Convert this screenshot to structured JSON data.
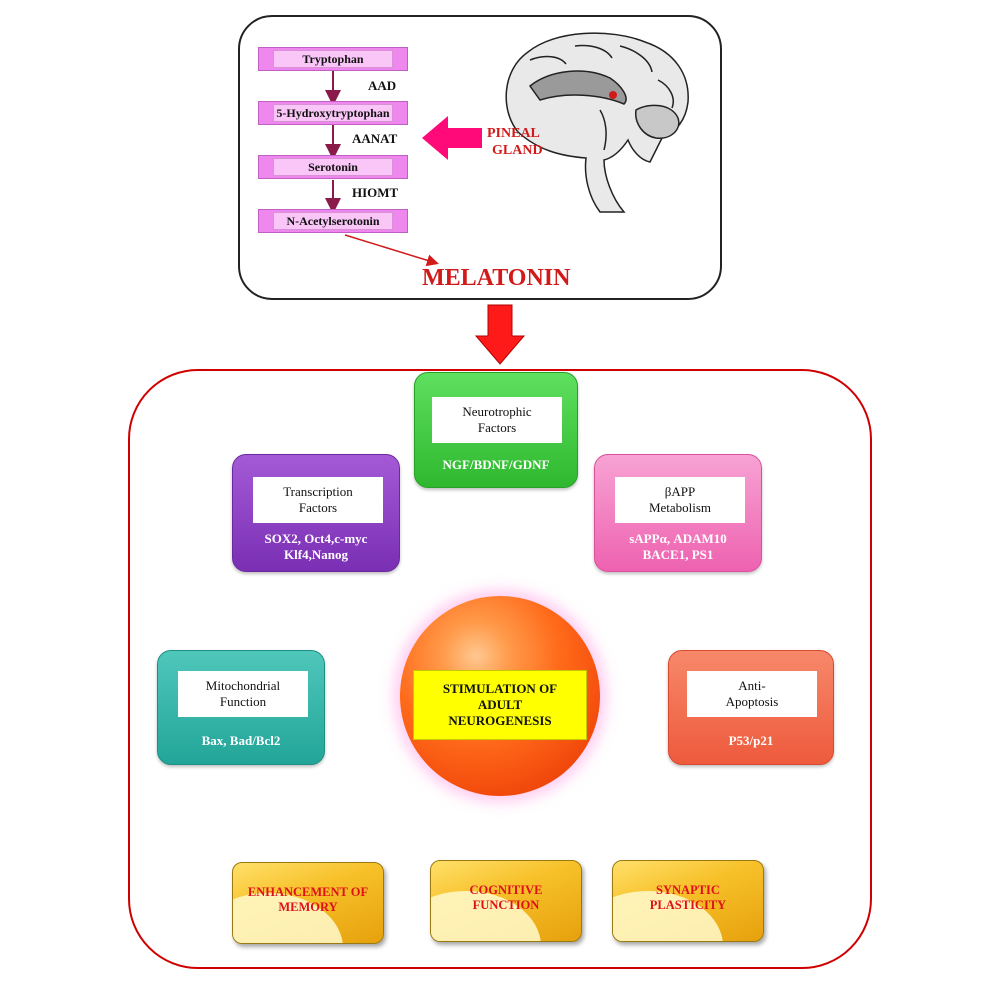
{
  "pathway": {
    "steps": [
      "Tryptophan",
      "5-Hydroxytryptophan",
      "Serotonin",
      "N-Acetylserotonin"
    ],
    "enzymes": [
      "AAD",
      "AANAT",
      "HIOMT"
    ],
    "pineal_label_1": "PINEAL",
    "pineal_label_2": "GLAND",
    "product": "MELATONIN"
  },
  "center": {
    "line1": "STIMULATION OF",
    "line2": "ADULT",
    "line3": "NEUROGENESIS"
  },
  "factors": {
    "neurotrophic": {
      "title1": "Neurotrophic",
      "title2": "Factors",
      "detail1": "NGF/BDNF/GDNF"
    },
    "transcription": {
      "title1": "Transcription",
      "title2": "Factors",
      "detail1": "SOX2, Oct4,c-myc",
      "detail2": "Klf4,Nanog"
    },
    "bapp": {
      "title1": "βAPP",
      "title2": "Metabolism",
      "detail1": "sAPPα, ADAM10",
      "detail2": "BACE1, PS1"
    },
    "mitochondrial": {
      "title1": "Mitochondrial",
      "title2": "Function",
      "detail1": "Bax, Bad/Bcl2"
    },
    "antiapoptosis": {
      "title1": "Anti-",
      "title2": "Apoptosis",
      "detail1": "P53/p21"
    }
  },
  "outcomes": {
    "memory": {
      "line1": "ENHANCEMENT OF",
      "line2": "MEMORY"
    },
    "cognitive": {
      "line1": "COGNITIVE",
      "line2": "FUNCTION"
    },
    "synaptic": {
      "line1": "SYNAPTIC",
      "line2": "PLASTICITY"
    }
  },
  "colors": {
    "accent_red": "#d11a1a",
    "pink_arrow": "#ff0a78",
    "neurotrophic": "#3fcf3f",
    "transcription": "#8f3fc4",
    "bapp": "#f26bb8",
    "mitochondrial": "#2fb3a8",
    "antiapoptosis": "#f26a4f",
    "center_label": "#ffff00"
  }
}
